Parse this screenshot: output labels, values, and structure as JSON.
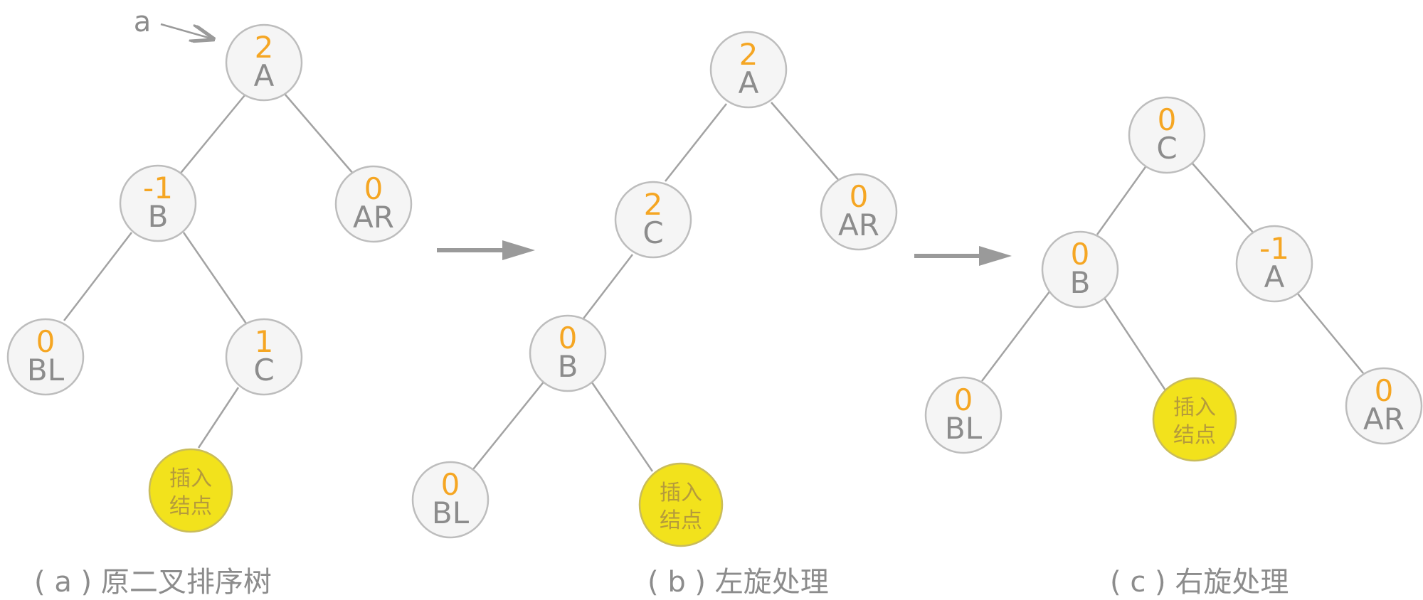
{
  "pointer_label": "a",
  "captions": {
    "a": "( a ) 原二叉排序树",
    "b": "( b ) 左旋处理",
    "c": "( c ) 右旋处理"
  },
  "tree_a": {
    "A": {
      "bf": "2",
      "label": "A"
    },
    "B": {
      "bf": "-1",
      "label": "B"
    },
    "AR": {
      "bf": "0",
      "label": "AR"
    },
    "BL": {
      "bf": "0",
      "label": "BL"
    },
    "C": {
      "bf": "1",
      "label": "C"
    },
    "ins": {
      "line1": "插入",
      "line2": "结点"
    }
  },
  "tree_b": {
    "A": {
      "bf": "2",
      "label": "A"
    },
    "C": {
      "bf": "2",
      "label": "C"
    },
    "AR": {
      "bf": "0",
      "label": "AR"
    },
    "B": {
      "bf": "0",
      "label": "B"
    },
    "BL": {
      "bf": "0",
      "label": "BL"
    },
    "ins": {
      "line1": "插入",
      "line2": "结点"
    }
  },
  "tree_c": {
    "C": {
      "bf": "0",
      "label": "C"
    },
    "B": {
      "bf": "0",
      "label": "B"
    },
    "A": {
      "bf": "-1",
      "label": "A"
    },
    "BL": {
      "bf": "0",
      "label": "BL"
    },
    "AR": {
      "bf": "0",
      "label": "AR"
    },
    "ins": {
      "line1": "插入",
      "line2": "结点"
    }
  },
  "colors": {
    "balance_factor": "#f5a623",
    "node_fill": "#f5f5f5",
    "insert_node_fill": "#f2e21c",
    "text": "#8c8c8c"
  }
}
